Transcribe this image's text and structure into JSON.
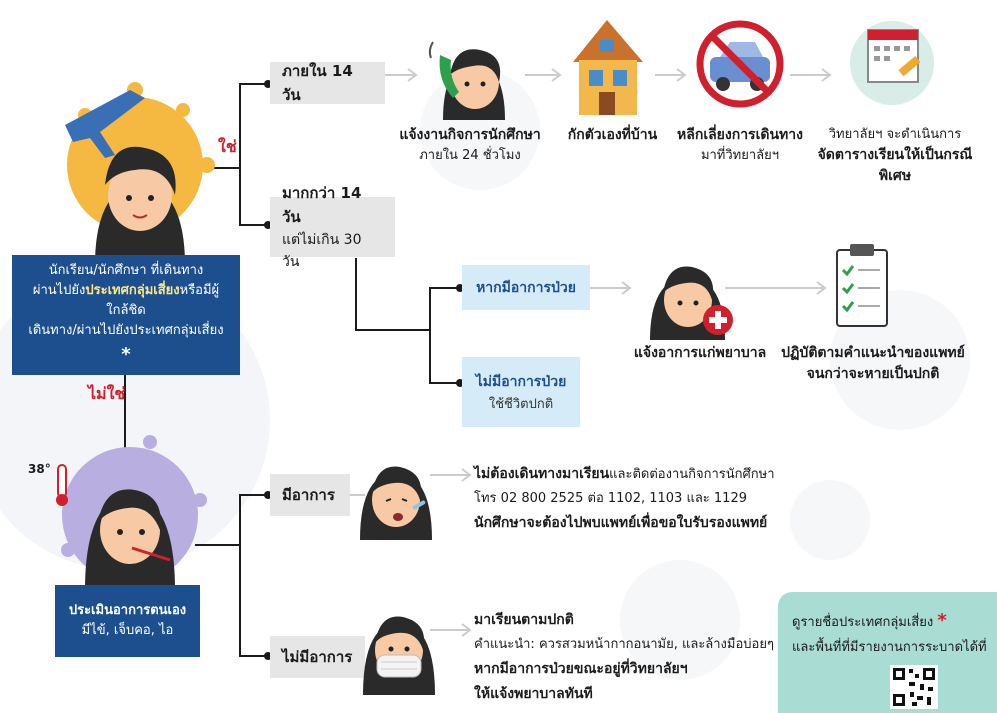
{
  "left_top": {
    "yes_label": "ใช่",
    "no_label": "ไม่ใช่",
    "box_line1": "นักเรียน/นักศึกษา ที่เดินทาง",
    "box_line2_pre": "ผ่านไปยัง",
    "box_line2_bold": "ประเทศกลุ่มเสี่ยง",
    "box_line2_post": "หรือมีผู้ใกล้ชิด",
    "box_line3": "เดินทาง/ผ่านไปยังประเทศกลุ่มเสี่ยง",
    "asterisk": "*"
  },
  "branch_within": {
    "label": "ภายใน 14 วัน"
  },
  "branch_more": {
    "label": "มากกว่า 14 วัน",
    "sublabel": "แต่ไม่เกิน 30 วัน"
  },
  "steps": [
    {
      "title": "แจ้งงานกิจการนักศึกษา",
      "sub": "ภายใน 24 ชั่วโมง"
    },
    {
      "title": "กักตัวเองที่บ้าน",
      "sub": ""
    },
    {
      "title": "หลีกเลี่ยงการเดินทาง",
      "sub": "มาที่วิทยาลัยฯ"
    },
    {
      "title": "วิทยาลัยฯ จะดำเนินการ",
      "sub": "จัดตารางเรียนให้เป็นกรณีพิเศษ"
    }
  ],
  "sick": {
    "label": "หากมีอาการป่วย",
    "notify": "แจ้งอาการแก่พยาบาล",
    "follow1": "ปฏิบัติตามคำแนะนำของแพทย์",
    "follow2": "จนกว่าจะหายเป็นปกติ"
  },
  "not_sick": {
    "label": "ไม่มีอาการป่วย",
    "sub": "ใช้ชีวิตปกติ"
  },
  "left_bottom": {
    "temp": "38°",
    "box_title": "ประเมินอาการตนเอง",
    "box_sub": "มีไข้, เจ็บคอ, ไอ"
  },
  "symptoms": {
    "label": "มีอาการ",
    "line1_bold": "ไม่ต้องเดินทางมาเรียน",
    "line1_rest": "และติดต่องานกิจการนักศึกษา",
    "line2": "โทร 02  800  2525 ต่อ 1102, 1103 และ 1129",
    "line3": "นักศึกษาจะต้องไปพบแพทย์เพื่อขอใบรับรองแพทย์"
  },
  "no_symptoms": {
    "label": "ไม่มีอาการ",
    "line1": "มาเรียนตามปกติ",
    "line2": "คำแนะนำ: ควรสวมหน้ากากอนามัย, และล้างมือบ่อยๆ",
    "line3": "หากมีอาการป่วยขณะอยู่ที่วิทยาลัยฯ",
    "line4": "ให้แจ้งพยาบาลทันที"
  },
  "qr_panel": {
    "line1": "ดูรายชื่อประเทศกลุ่มเสี่ยง",
    "asterisk": "*",
    "line2": "และพื้นที่ที่มีรายงานการระบาดได้ที่"
  },
  "colors": {
    "navy": "#1d4f8f",
    "red": "#d0202d",
    "light_blue": "#d5ecf8",
    "grey_box": "#e6e6e6",
    "teal_panel": "#a9dcd3"
  }
}
